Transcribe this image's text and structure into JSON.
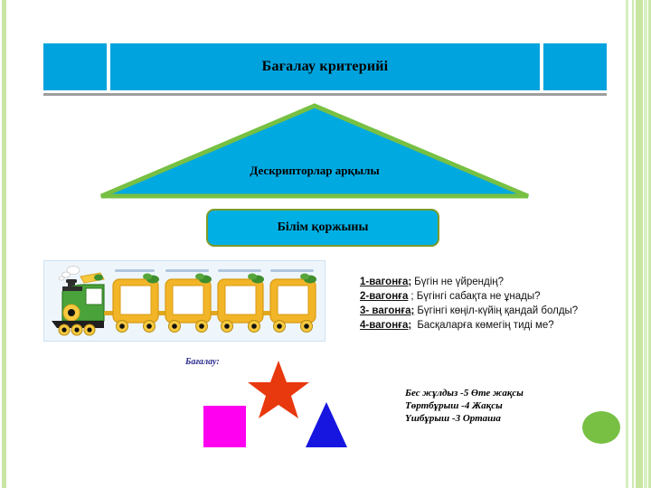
{
  "slide": {
    "background_color": "#ffffff",
    "accent_cyan": "#00a3dd",
    "accent_green": "#77c043",
    "border_olive": "#7b9b2b"
  },
  "header": {
    "title": "Бағалау критерийі",
    "cells": [
      "",
      "Бағалау критерийі",
      ""
    ],
    "divider_color": "#9e9e9e"
  },
  "triangle": {
    "label": "Дескрипторлар арқылы",
    "fill": "#00a9e0",
    "stroke": "#77c043"
  },
  "knowledge_box": {
    "label": "Білім қоржыны",
    "fill": "#00b0e4",
    "stroke": "#7b9b2b"
  },
  "train": {
    "caption": "",
    "locomotive_color": "#4aa33a",
    "wagon_color": "#f2b528",
    "wagon_count": 4,
    "wagon_labels": [
      "",
      "",
      "",
      ""
    ]
  },
  "wagon_questions": [
    {
      "key": "1-вагонға;",
      "question": "Бүгін не үйрендің?"
    },
    {
      "key": "2-вагонға",
      "question": "; Бүгінгі сабақта не ұнады?"
    },
    {
      "key": "3- вагонға;",
      "question": "Бүгінгі көңіл-күйің қандай болды?"
    },
    {
      "key": "4-вагонға;",
      "question": " Басқаларға көмегің тиді ме?"
    }
  ],
  "shapes": {
    "caption": "Бағалау:",
    "items": [
      {
        "name": "square",
        "color": "#ff00f0"
      },
      {
        "name": "star",
        "color": "#e8380d"
      },
      {
        "name": "triangle",
        "color": "#1616e0"
      }
    ]
  },
  "legend": {
    "rows": [
      "Бес жұлдыз -5 Өте жақсы",
      "Төртбұрыш -4 Жақсы",
      "Үшбұрыш -3 Орташа"
    ]
  }
}
